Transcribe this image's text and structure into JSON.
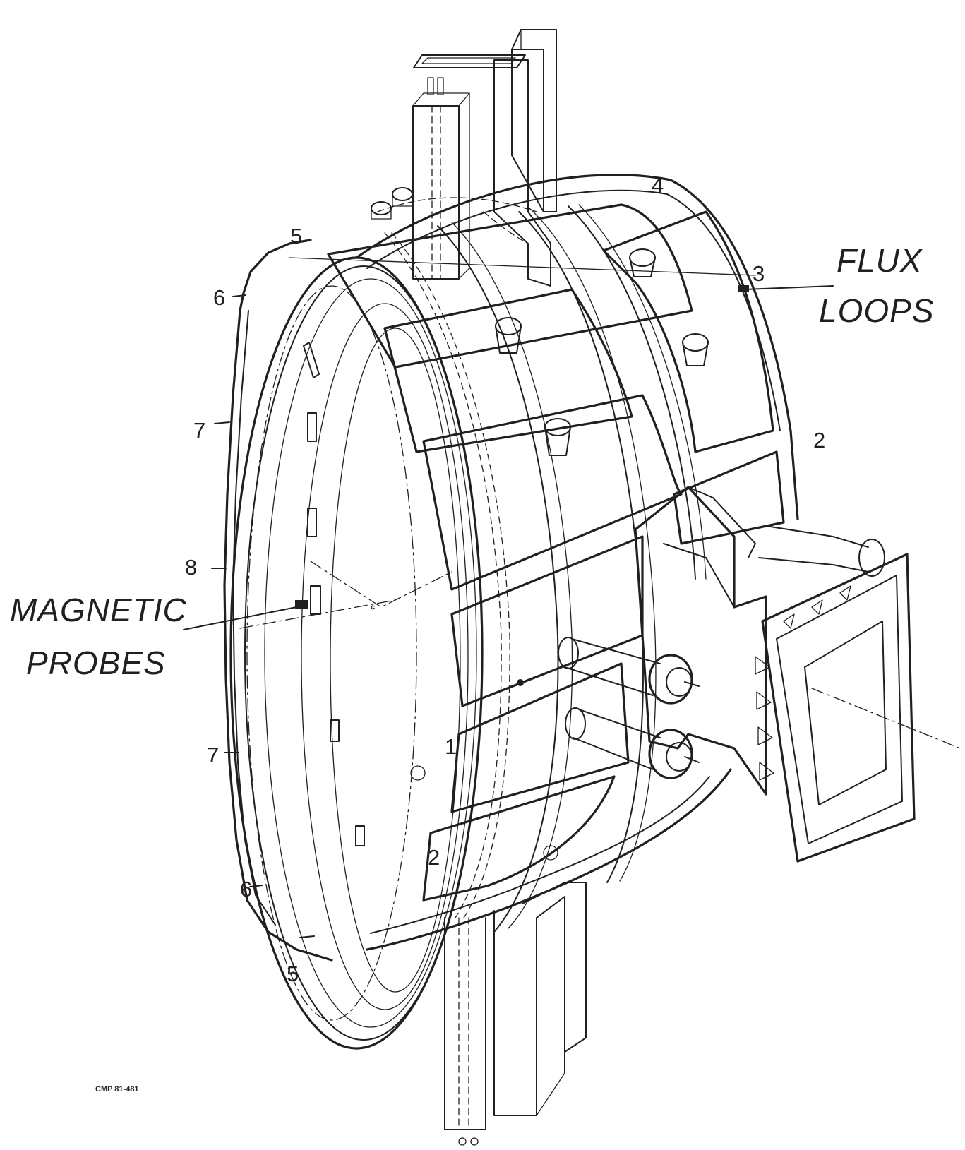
{
  "labels": {
    "flux_1": "FLUX",
    "flux_2": "LOOPS",
    "magnetic_1": "MAGNETIC",
    "magnetic_2": "PROBES",
    "ref_code": "CMP 81-481"
  },
  "callouts": {
    "n1": "1",
    "n2_right": "2",
    "n2_bottom": "2",
    "n3": "3",
    "n4": "4",
    "n5_top": "5",
    "n5_bottom": "5",
    "n6_top": "6",
    "n6_bottom": "6",
    "n7_top": "7",
    "n7_bottom": "7",
    "n8": "8"
  },
  "colors": {
    "ink": "#231f20",
    "paper": "#ffffff"
  }
}
